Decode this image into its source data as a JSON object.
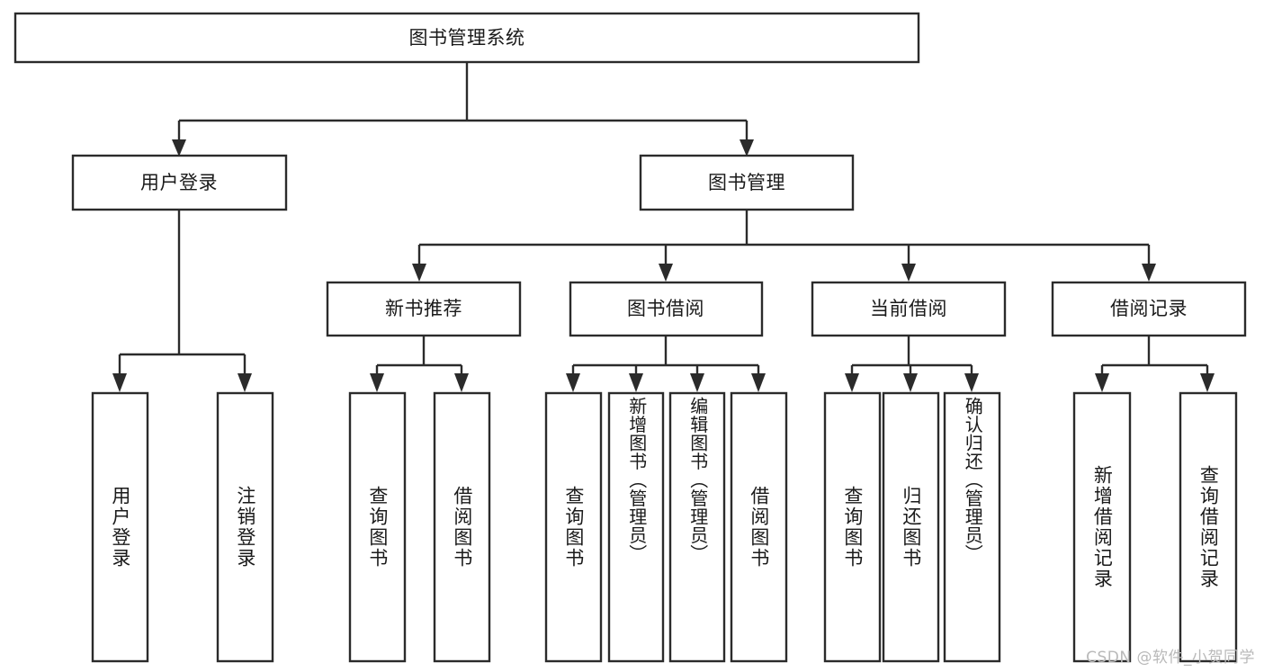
{
  "diagram": {
    "type": "tree-hierarchy",
    "title": "图书管理系统",
    "root": {
      "id": "root",
      "label": "图书管理系统",
      "orientation": "horizontal"
    },
    "level2": [
      {
        "id": "user-login",
        "label": "用户登录"
      },
      {
        "id": "book-manage",
        "label": "图书管理"
      }
    ],
    "level3": [
      {
        "id": "new-book-recommend",
        "label": "新书推荐",
        "parent": "book-manage"
      },
      {
        "id": "book-borrow",
        "label": "图书借阅",
        "parent": "book-manage"
      },
      {
        "id": "current-borrow",
        "label": "当前借阅",
        "parent": "book-manage"
      },
      {
        "id": "borrow-record",
        "label": "借阅记录",
        "parent": "book-manage"
      }
    ],
    "leaves": [
      {
        "id": "leaf-user-login",
        "label": "用户登录",
        "parent": "user-login"
      },
      {
        "id": "leaf-user-logout",
        "label": "注销登录",
        "parent": "user-login"
      },
      {
        "id": "leaf-query-book-1",
        "label": "查询图书",
        "parent": "new-book-recommend"
      },
      {
        "id": "leaf-borrow-book-1",
        "label": "借阅图书",
        "parent": "new-book-recommend"
      },
      {
        "id": "leaf-query-book-2",
        "label": "查询图书",
        "parent": "book-borrow"
      },
      {
        "id": "leaf-add-book",
        "label": "新增图书（管理员）",
        "parent": "book-borrow"
      },
      {
        "id": "leaf-edit-book",
        "label": "编辑图书（管理员）",
        "parent": "book-borrow"
      },
      {
        "id": "leaf-borrow-book-2",
        "label": "借阅图书",
        "parent": "book-borrow"
      },
      {
        "id": "leaf-query-book-3",
        "label": "查询图书",
        "parent": "current-borrow"
      },
      {
        "id": "leaf-return-book",
        "label": "归还图书",
        "parent": "current-borrow"
      },
      {
        "id": "leaf-confirm-return",
        "label": "确认归还（管理员）",
        "parent": "current-borrow"
      },
      {
        "id": "leaf-add-record",
        "label": "新增借阅记录",
        "parent": "borrow-record"
      },
      {
        "id": "leaf-query-record",
        "label": "查询借阅记录",
        "parent": "borrow-record"
      }
    ],
    "colors": {
      "stroke": "#2b2b2b",
      "fill": "#ffffff",
      "text": "#1a1a1a",
      "watermark": "#b9b9b9"
    }
  },
  "watermark": {
    "text": "CSDN @软件_小贺同学"
  }
}
